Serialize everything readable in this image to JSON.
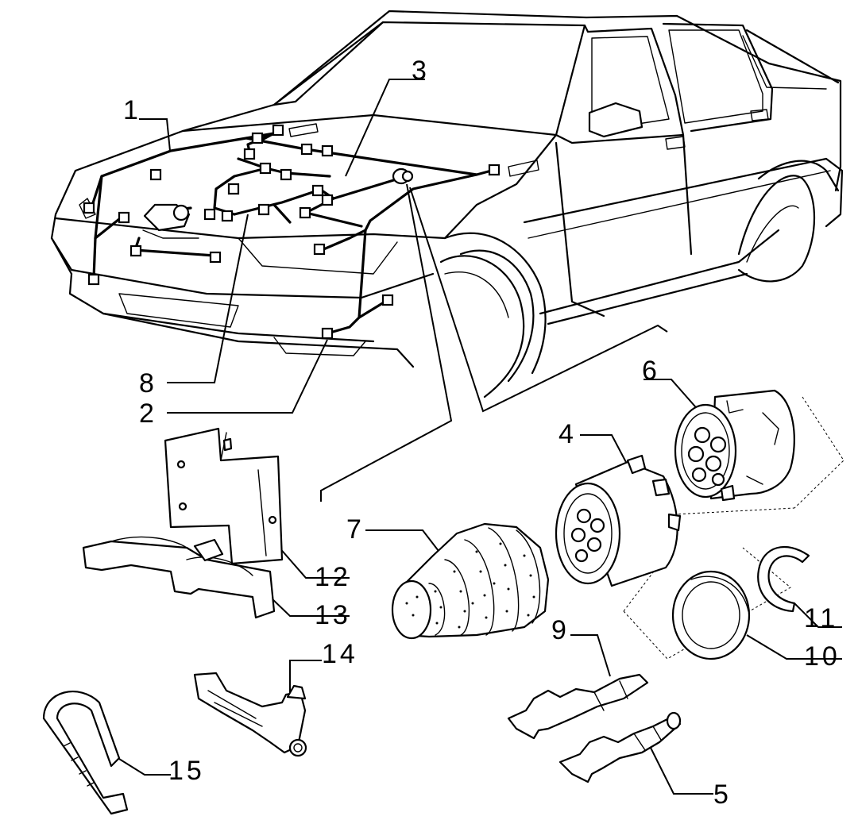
{
  "diagram": {
    "callouts": [
      {
        "id": "1",
        "label": "1"
      },
      {
        "id": "2",
        "label": "2"
      },
      {
        "id": "3",
        "label": "3"
      },
      {
        "id": "4",
        "label": "4"
      },
      {
        "id": "5",
        "label": "5"
      },
      {
        "id": "6",
        "label": "6"
      },
      {
        "id": "7",
        "label": "7"
      },
      {
        "id": "8",
        "label": "8"
      },
      {
        "id": "9",
        "label": "9"
      },
      {
        "id": "10",
        "label": "10"
      },
      {
        "id": "11",
        "label": "11"
      },
      {
        "id": "12",
        "label": "12"
      },
      {
        "id": "13",
        "label": "13"
      },
      {
        "id": "14",
        "label": "14"
      },
      {
        "id": "15",
        "label": "15"
      }
    ],
    "parts": [
      {
        "callout": "1",
        "icon": "wiring-harness-icon"
      },
      {
        "callout": "2",
        "icon": "connector-icon"
      },
      {
        "callout": "3",
        "icon": "harness-connector-icon"
      },
      {
        "callout": "4",
        "icon": "connector-housing-icon"
      },
      {
        "callout": "5",
        "icon": "terminal-pin-icon"
      },
      {
        "callout": "6",
        "icon": "multi-pin-socket-icon"
      },
      {
        "callout": "7",
        "icon": "rubber-boot-icon"
      },
      {
        "callout": "8",
        "icon": "ground-wire-icon"
      },
      {
        "callout": "9",
        "icon": "terminal-pin-icon"
      },
      {
        "callout": "10",
        "icon": "seal-ring-icon"
      },
      {
        "callout": "11",
        "icon": "retaining-clip-icon"
      },
      {
        "callout": "12",
        "icon": "bracket-icon"
      },
      {
        "callout": "13",
        "icon": "cable-clamp-icon"
      },
      {
        "callout": "14",
        "icon": "harness-holder-icon"
      },
      {
        "callout": "15",
        "icon": "cable-tie-icon"
      }
    ]
  }
}
